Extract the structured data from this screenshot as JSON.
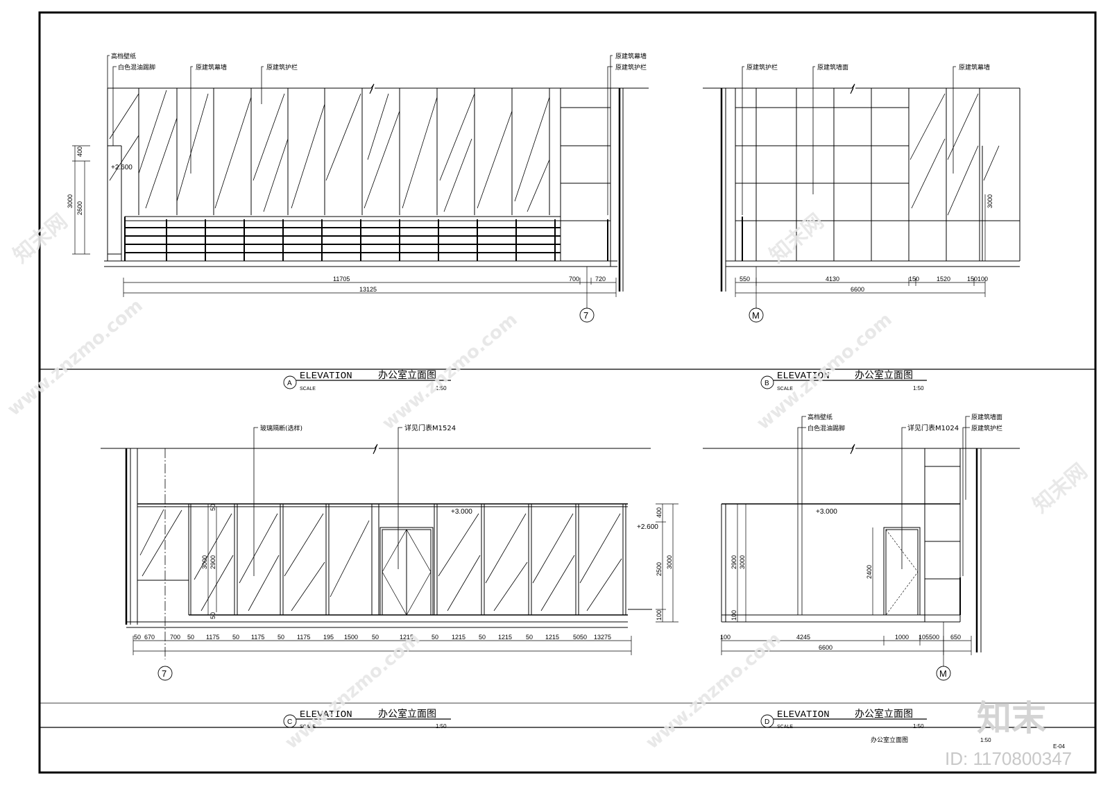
{
  "sheet": {
    "title": "办公室立面图",
    "scale": "1:50",
    "sheet_no": "E-04"
  },
  "watermark": {
    "site": "www.znzmo.com",
    "brand": "知末网",
    "logo": "知末",
    "id": "ID: 1170800347"
  },
  "views": {
    "A": {
      "letter": "A",
      "label": "ELEVATION",
      "title": "办公室立面图",
      "scale_word": "SCALE",
      "scale": "1:50",
      "annotations": [
        "高档壁纸",
        "白色混油踢脚",
        "原建筑幕墙",
        "原建筑护栏",
        "原建筑幕墙",
        "原建筑护栏"
      ],
      "level": "+2.600",
      "dims_h": [
        "11705",
        "700",
        "720",
        "13125"
      ],
      "dims_v": [
        "400",
        "3000",
        "2600"
      ],
      "grid": "7"
    },
    "B": {
      "letter": "B",
      "label": "ELEVATION",
      "title": "办公室立面图",
      "scale_word": "SCALE",
      "scale": "1:50",
      "annotations": [
        "原建筑护栏",
        "原建筑墙面",
        "原建筑幕墙"
      ],
      "dims_h": [
        "550",
        "4130",
        "150",
        "1520",
        "150100",
        "6600"
      ],
      "dims_v": [
        "3000"
      ],
      "grid": "M"
    },
    "C": {
      "letter": "C",
      "label": "ELEVATION",
      "title": "办公室立面图",
      "scale_word": "SCALE",
      "scale": "1:50",
      "annotations": [
        "玻璃隔断(选样)",
        "详见门表M1524"
      ],
      "levels": [
        "+3.000",
        "+2.600"
      ],
      "dims_h": [
        "50",
        "670",
        "700",
        "50",
        "1175",
        "50",
        "1175",
        "50",
        "1175",
        "195",
        "1500",
        "50",
        "1215",
        "50",
        "1215",
        "50",
        "1215",
        "50",
        "1215",
        "5050",
        "13275"
      ],
      "dims_v_left": [
        "50",
        "3000",
        "2900",
        "50"
      ],
      "dims_v_right": [
        "400",
        "2500",
        "3000",
        "100"
      ],
      "grid": "7"
    },
    "D": {
      "letter": "D",
      "label": "ELEVATION",
      "title": "办公室立面图",
      "scale_word": "SCALE",
      "scale": "1:50",
      "annotations": [
        "高档壁纸",
        "白色混油踢脚",
        "详见门表M1024",
        "原建筑墙面",
        "原建筑护栏"
      ],
      "level": "+3.000",
      "dims_h": [
        "100",
        "4245",
        "1000",
        "105500",
        "650",
        "6600"
      ],
      "dims_v": [
        "2900",
        "3000",
        "100",
        "2400"
      ],
      "grid": "M"
    }
  }
}
